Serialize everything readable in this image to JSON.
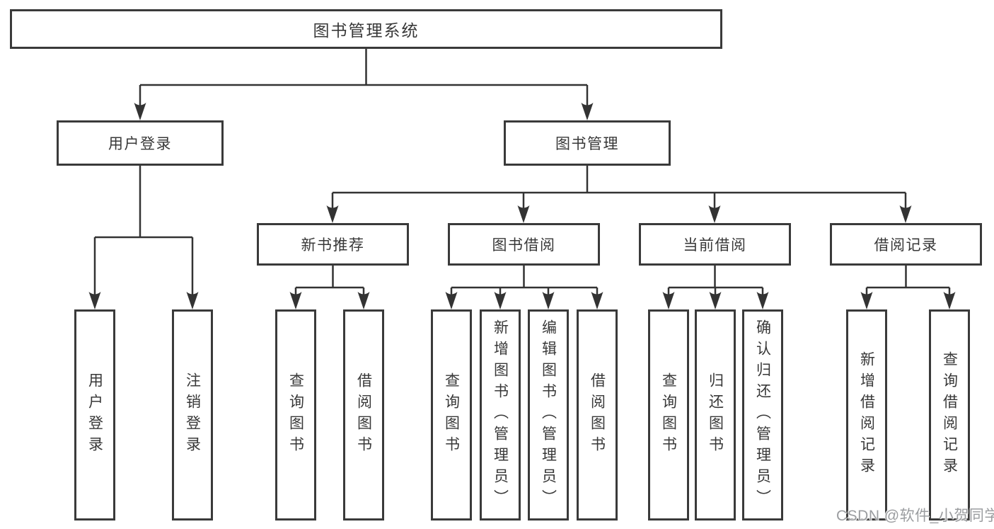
{
  "tree": {
    "label": "图书管理系统",
    "children": [
      {
        "label": "用户登录",
        "children": [
          {
            "label": "用户登录"
          },
          {
            "label": "注销登录"
          }
        ]
      },
      {
        "label": "图书管理",
        "children": [
          {
            "label": "新书推荐",
            "children": [
              {
                "label": "查询图书"
              },
              {
                "label": "借阅图书"
              }
            ]
          },
          {
            "label": "图书借阅",
            "children": [
              {
                "label": "查询图书"
              },
              {
                "label": "新增图书（管理员）"
              },
              {
                "label": "编辑图书（管理员）"
              },
              {
                "label": "借阅图书"
              }
            ]
          },
          {
            "label": "当前借阅",
            "children": [
              {
                "label": "查询图书"
              },
              {
                "label": "归还图书"
              },
              {
                "label": "确认归还（管理员）"
              }
            ]
          },
          {
            "label": "借阅记录",
            "children": [
              {
                "label": "新增借阅记录"
              },
              {
                "label": "查询借阅记录"
              }
            ]
          }
        ]
      }
    ]
  },
  "watermark": "CSDN @软件_小贺同学",
  "colors": {
    "line": "#333333",
    "box_border": "#3a3a3a",
    "text": "#383838",
    "watermark": "#9b9da0",
    "background": "#ffffff"
  }
}
